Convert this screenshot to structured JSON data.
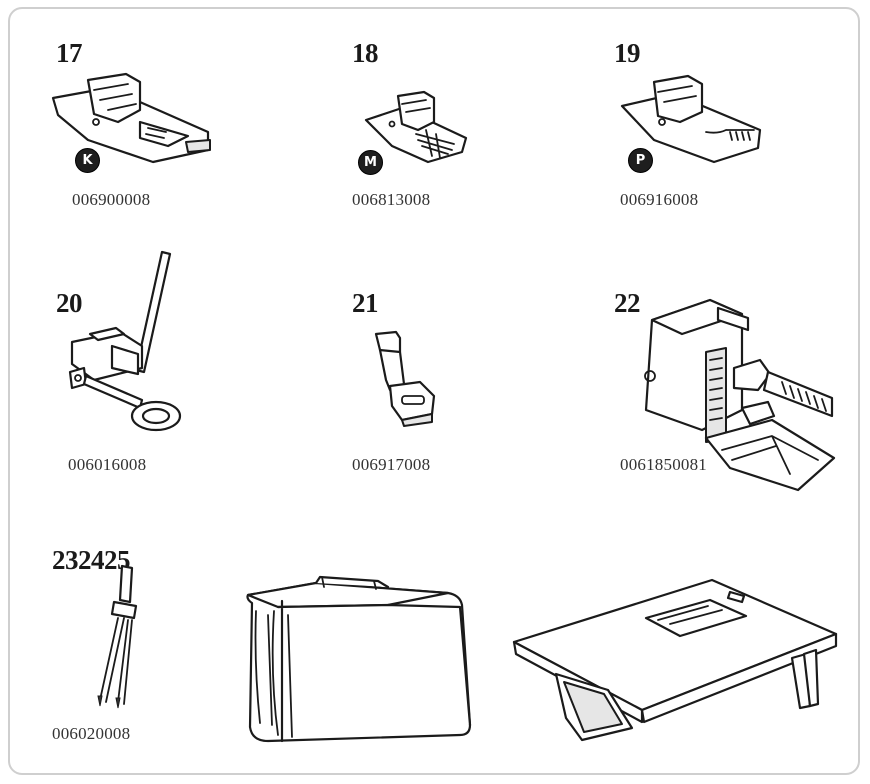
{
  "items": [
    {
      "number": "17",
      "badge": "K",
      "code": "006900008"
    },
    {
      "number": "18",
      "badge": "M",
      "code": "006813008"
    },
    {
      "number": "19",
      "badge": "P",
      "code": "006916008"
    },
    {
      "number": "20",
      "code": "006016008"
    },
    {
      "number": "21",
      "code": "006917008"
    },
    {
      "number": "22",
      "code": "0061850081"
    },
    {
      "number": "232425",
      "code": "006020008"
    }
  ],
  "icons": [
    "presser-foot-k-icon",
    "presser-foot-m-icon",
    "presser-foot-p-icon",
    "quilting-guide-icon",
    "zipper-foot-icon",
    "walking-foot-icon",
    "twin-needle-icon",
    "dust-cover-icon",
    "extension-table-icon"
  ]
}
